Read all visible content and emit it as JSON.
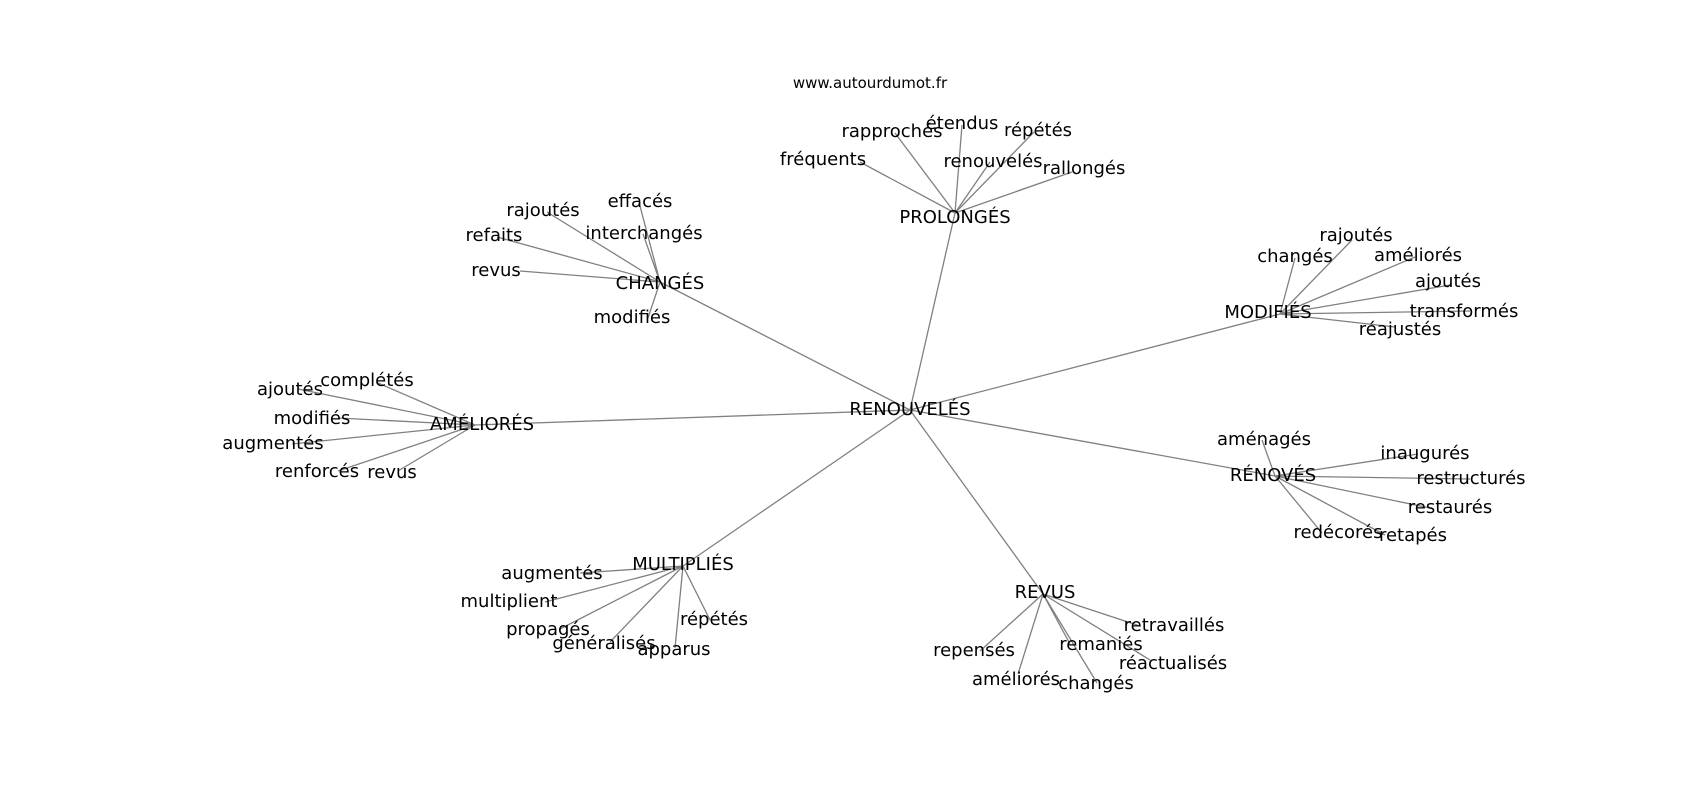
{
  "watermark": "www.autourdumot.fr",
  "graph": {
    "center": "RENOUVELÉS",
    "clusters": [
      {
        "label": "PROLONGÉS",
        "children": [
          "fréquents",
          "rapprochés",
          "étendus",
          "répétés",
          "renouvelés",
          "rallongés"
        ]
      },
      {
        "label": "CHANGÉS",
        "children": [
          "rajoutés",
          "effacés",
          "refaits",
          "interchangés",
          "revus",
          "modifiés"
        ]
      },
      {
        "label": "MODIFIÉS",
        "children": [
          "rajoutés",
          "changés",
          "améliorés",
          "ajoutés",
          "transformés",
          "réajustés"
        ]
      },
      {
        "label": "AMÉLIORÉS",
        "children": [
          "ajoutés",
          "complétés",
          "modifiés",
          "augmentés",
          "renforcés",
          "revus"
        ]
      },
      {
        "label": "RÉNOVÉS",
        "children": [
          "aménagés",
          "inaugurés",
          "restructurés",
          "restaurés",
          "redécorés",
          "retapés"
        ]
      },
      {
        "label": "MULTIPLIÉS",
        "children": [
          "augmentés",
          "multiplient",
          "propagés",
          "généralisés",
          "apparus",
          "répétés"
        ]
      },
      {
        "label": "REVUS",
        "children": [
          "retravaillés",
          "repensés",
          "remaniés",
          "réactualisés",
          "améliorés",
          "changés"
        ]
      }
    ]
  }
}
